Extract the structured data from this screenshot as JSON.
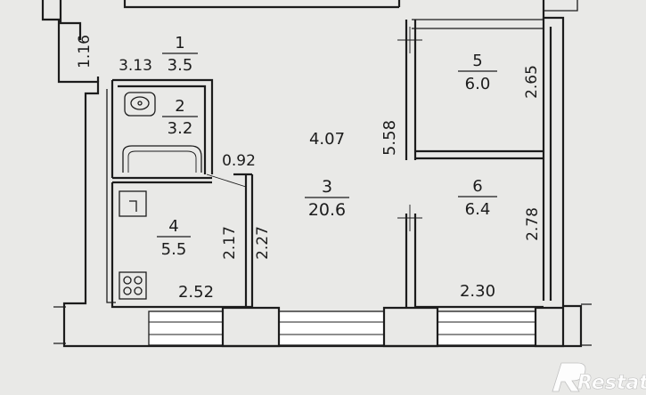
{
  "rooms": [
    {
      "number": "1",
      "area": "3.5"
    },
    {
      "number": "2",
      "area": "3.2"
    },
    {
      "number": "3",
      "area": "20.6"
    },
    {
      "number": "4",
      "area": "5.5"
    },
    {
      "number": "5",
      "area": "6.0"
    },
    {
      "number": "6",
      "area": "6.4"
    }
  ],
  "dimensions": {
    "corridor_depth": "1.16",
    "corridor_width": "3.13",
    "living_width": "4.07",
    "living_depth": "5.58",
    "bath_passage": "0.92",
    "kitchen_depth": "2.17",
    "kitchen_side": "2.27",
    "kitchen_width": "2.52",
    "room5_depth": "2.65",
    "room6_depth": "2.78",
    "room6_width": "2.30"
  },
  "watermark": "Restate",
  "icons": [
    "sink-icon",
    "bathtub-icon",
    "stove-icon",
    "kitchen-sink-icon",
    "watermark-logo-icon"
  ]
}
